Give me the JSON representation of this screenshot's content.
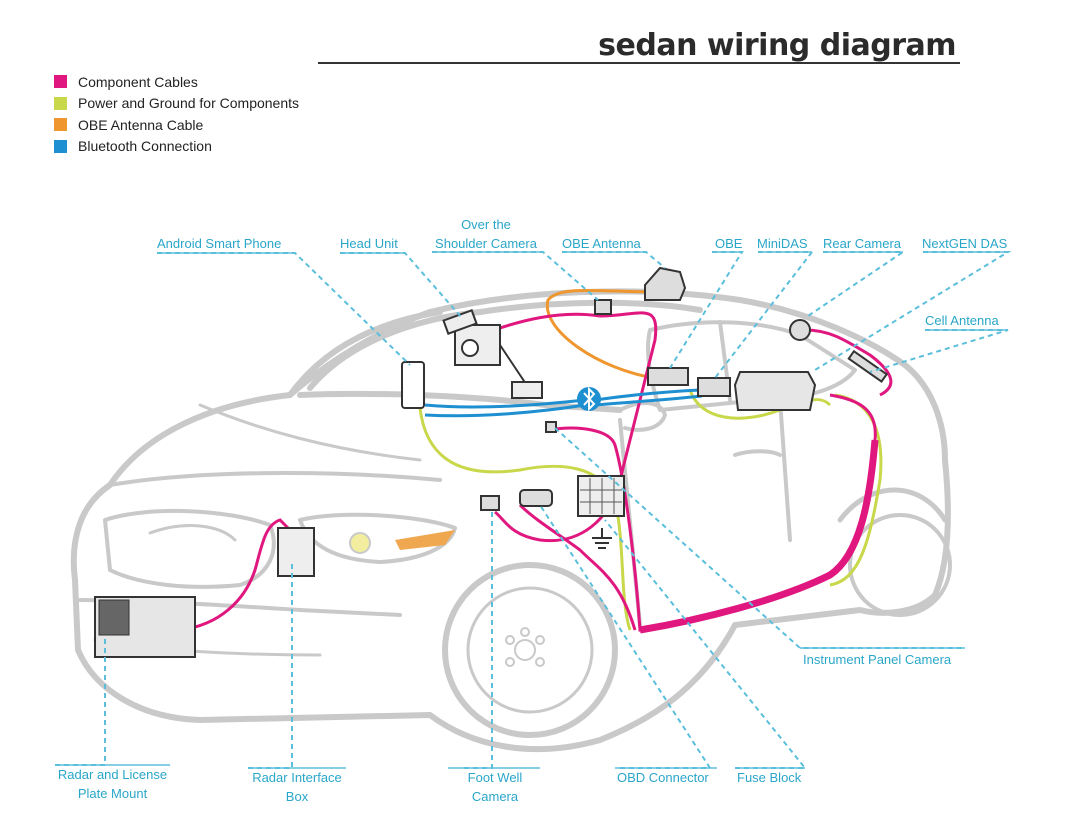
{
  "title": "sedan wiring diagram",
  "legend": [
    {
      "label": "Component Cables",
      "color": "#e0177f"
    },
    {
      "label": "Power and Ground for Components",
      "color": "#c8d84a"
    },
    {
      "label": "OBE Antenna Cable",
      "color": "#f0962e"
    },
    {
      "label": "Bluetooth Connection",
      "color": "#1e8fd0"
    }
  ],
  "callouts": {
    "android_phone": "Android Smart Phone",
    "head_unit": "Head Unit",
    "shoulder_camera_1": "Over the",
    "shoulder_camera_2": "Shoulder Camera",
    "obe_antenna": "OBE Antenna",
    "obe": "OBE",
    "minidas": "MiniDAS",
    "rear_camera": "Rear Camera",
    "nextgen_das": "NextGEN DAS",
    "cell_antenna": "Cell Antenna",
    "instrument_panel_camera": "Instrument Panel Camera",
    "radar_mount_1": "Radar and License",
    "radar_mount_2": "Plate Mount",
    "radar_box_1": "Radar Interface",
    "radar_box_2": "Box",
    "foot_well_1": "Foot Well",
    "foot_well_2": "Camera",
    "obd_connector": "OBD Connector",
    "fuse_block": "Fuse Block"
  },
  "colors": {
    "callout": "#2aa6c9",
    "car_outline": "#c9c9c9",
    "component_cable": "#e0177f",
    "power_ground": "#c8d84a",
    "antenna_cable": "#f0962e",
    "bluetooth": "#1e8fd0"
  },
  "icons": [
    "bluetooth-icon",
    "ground-symbol-icon"
  ]
}
